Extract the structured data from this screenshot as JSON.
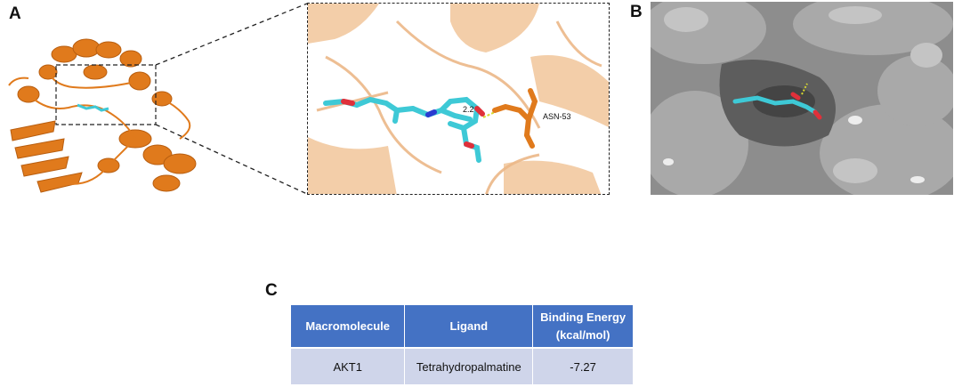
{
  "panels": {
    "a_label": "A",
    "b_label": "B",
    "c_label": "C"
  },
  "zoom": {
    "distance_label": "2.2",
    "residue_label": "ASN-53"
  },
  "table": {
    "headers": [
      "Macromolecule",
      "Ligand"
    ],
    "energy_header_line1": "Binding Energy",
    "energy_header_line2": "(kcal/mol)",
    "rows": [
      [
        "AKT1",
        "Tetrahydropalmatine",
        "-7.27"
      ]
    ]
  },
  "colors": {
    "protein": "#e07a1c",
    "ligand_carbon": "#3ec9d6",
    "oxygen": "#e0303a",
    "nitrogen": "#2a3bd0",
    "hbond": "#d8d830",
    "surface": "#8a8a8a",
    "table_header": "#4472c4",
    "table_row": "#cfd5ea"
  }
}
